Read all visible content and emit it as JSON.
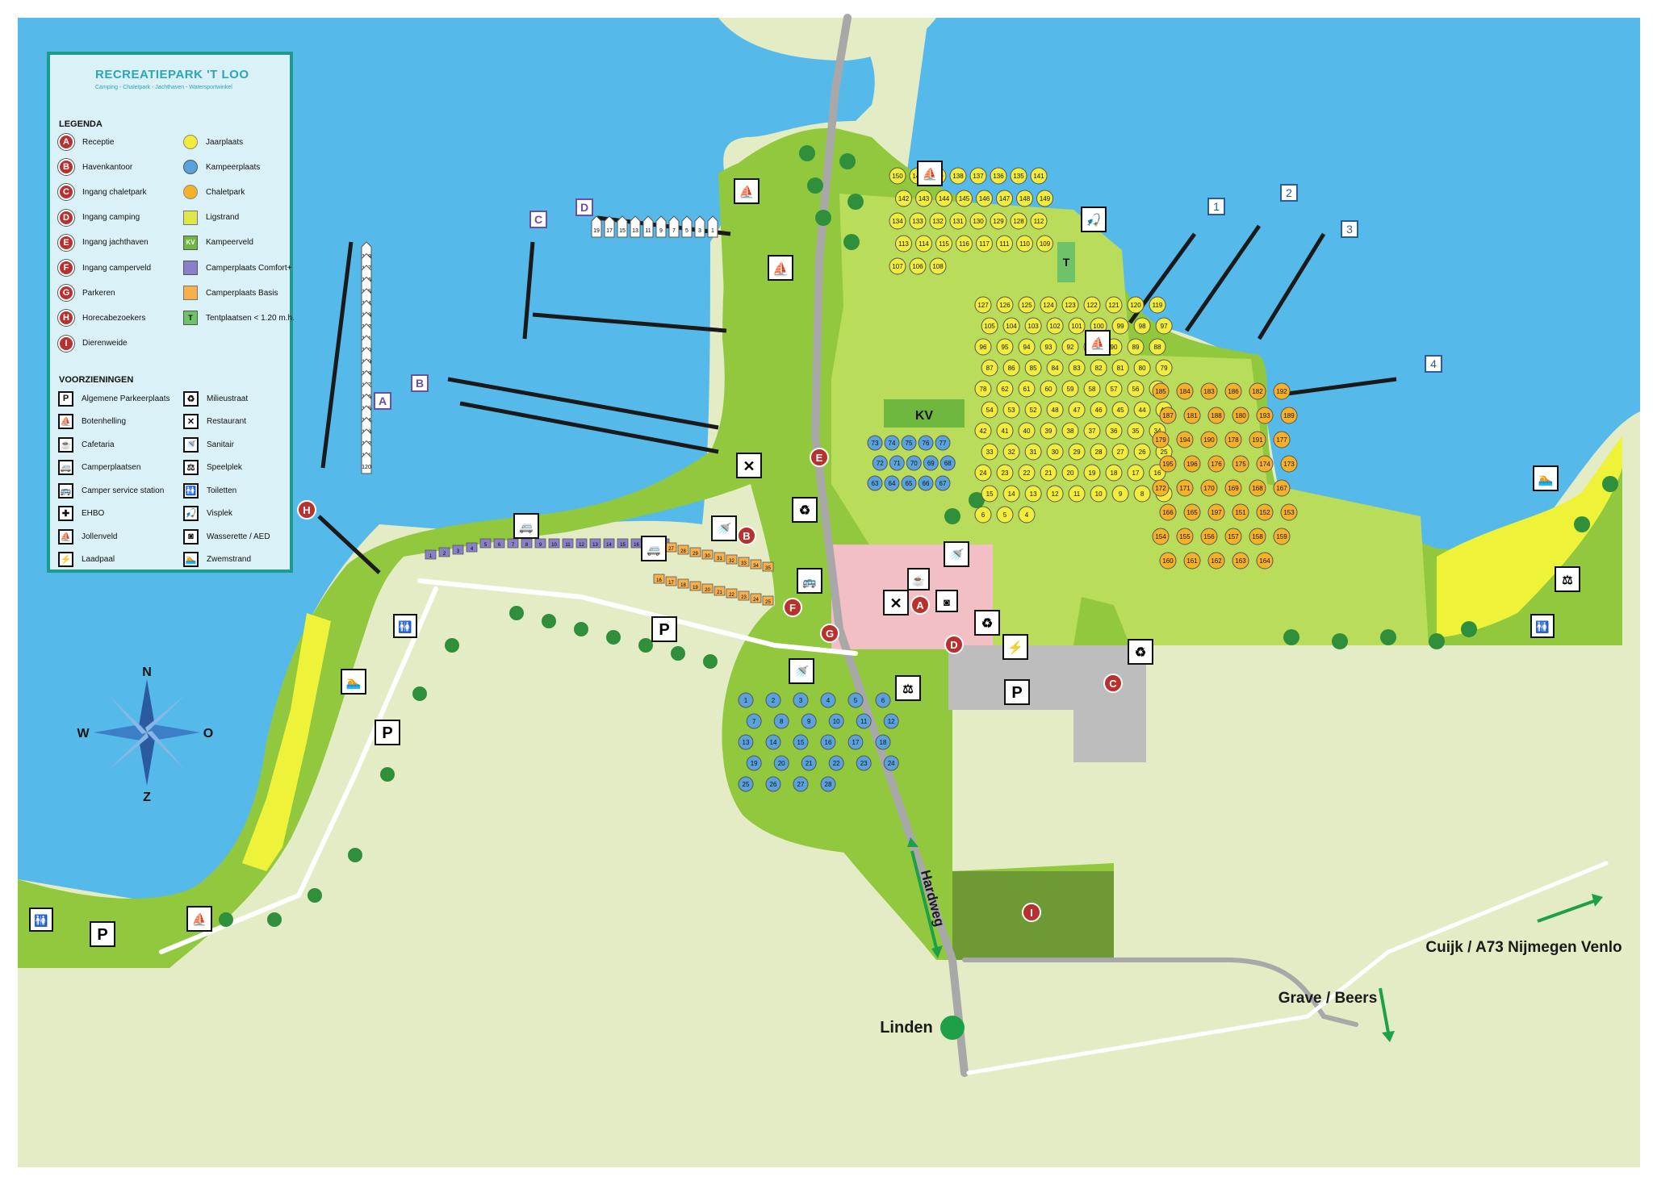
{
  "legend": {
    "brand": "RECREATIEPARK 'T LOO",
    "tagline": "Camping - Chaletpark - Jachthaven - Watersportwinkel",
    "legenda_title": "LEGENDA",
    "voorzieningen_title": "VOORZIENINGEN",
    "legenda_left": [
      {
        "sym": "A",
        "label": "Receptie"
      },
      {
        "sym": "B",
        "label": "Havenkantoor"
      },
      {
        "sym": "C",
        "label": "Ingang chaletpark"
      },
      {
        "sym": "D",
        "label": "Ingang camping"
      },
      {
        "sym": "E",
        "label": "Ingang jachthaven"
      },
      {
        "sym": "F",
        "label": "Ingang camperveld"
      },
      {
        "sym": "G",
        "label": "Parkeren"
      },
      {
        "sym": "H",
        "label": "Horecabezoekers"
      },
      {
        "sym": "I",
        "label": "Dierenweide"
      }
    ],
    "legenda_right": [
      {
        "label": "Jaarplaats",
        "color": "#f2ec3a"
      },
      {
        "label": "Kampeerplaats",
        "color": "#5aa2dc"
      },
      {
        "label": "Chaletpark",
        "color": "#f5b127"
      },
      {
        "label": "Ligstrand",
        "color": "#dfe84a"
      },
      {
        "label": "Kampeerveld",
        "sym": "KV"
      },
      {
        "label": "Camperplaats Comfort+",
        "color": "#8a80c8"
      },
      {
        "label": "Camperplaats Basis",
        "color": "#f7b04b"
      },
      {
        "label": "Tentplaatsen < 1.20 m.h.",
        "sym": "T"
      }
    ],
    "voorz_left": [
      {
        "label": "Algemene Parkeerplaats",
        "icon": "parking-icon",
        "glyph": "P"
      },
      {
        "label": "Botenhelling",
        "icon": "boat-ramp-icon",
        "glyph": "⛵"
      },
      {
        "label": "Cafetaria",
        "icon": "cafetaria-icon",
        "glyph": "☕"
      },
      {
        "label": "Camperplaatsen",
        "icon": "camper-icon",
        "glyph": "🚐"
      },
      {
        "label": "Camper service station",
        "icon": "camper-service-icon",
        "glyph": "🚌"
      },
      {
        "label": "EHBO",
        "icon": "first-aid-icon",
        "glyph": "✚"
      },
      {
        "label": "Jollenveld",
        "icon": "sailboat-icon",
        "glyph": "⛵"
      },
      {
        "label": "Laadpaal",
        "icon": "charging-station-icon",
        "glyph": "⚡"
      }
    ],
    "voorz_right": [
      {
        "label": "Milieustraat",
        "icon": "recycling-icon",
        "glyph": "♻"
      },
      {
        "label": "Restaurant",
        "icon": "restaurant-icon",
        "glyph": "✕"
      },
      {
        "label": "Sanitair",
        "icon": "sanitary-icon",
        "glyph": "🚿"
      },
      {
        "label": "Speelplek",
        "icon": "playground-icon",
        "glyph": "⚖"
      },
      {
        "label": "Toiletten",
        "icon": "toilet-icon",
        "glyph": "🚻"
      },
      {
        "label": "Visplek",
        "icon": "fishing-icon",
        "glyph": "🎣"
      },
      {
        "label": "Wasserette / AED",
        "icon": "laundry-icon",
        "glyph": "◙"
      },
      {
        "label": "Zwemstrand",
        "icon": "swimming-icon",
        "glyph": "🏊"
      }
    ]
  },
  "compass": {
    "n": "N",
    "o": "O",
    "z": "Z",
    "w": "W"
  },
  "labels": {
    "linden": "Linden",
    "hardweg": "Hardweg",
    "grave_beers": "Grave / Beers",
    "cuijk": "Cuijk / A73 Nijmegen Venlo",
    "kv": "KV",
    "t": "T"
  },
  "pier_numbers": [
    "1",
    "2",
    "3",
    "4"
  ],
  "harbor_letters": [
    "A",
    "B",
    "C",
    "D"
  ],
  "markers": [
    "A",
    "B",
    "C",
    "D",
    "E",
    "F",
    "G",
    "H",
    "I"
  ],
  "colors": {
    "water": "#55baea",
    "grass": "#92c83e",
    "meadow": "#e3ecc4",
    "park": "#b9dd5a",
    "reception": "#f2bfc4",
    "beach": "#eef33a",
    "road": "#a8a8a8",
    "marker": "#b8312f",
    "arrow": "#1ea049"
  },
  "pitches": {
    "jaar_a": [
      "150",
      "140",
      "139",
      "138",
      "137",
      "136",
      "135",
      "141",
      "142",
      "143",
      "144",
      "145",
      "146",
      "147",
      "148",
      "149",
      "134",
      "133",
      "132",
      "131",
      "130",
      "129",
      "128",
      "112",
      "113",
      "114",
      "115",
      "116",
      "117",
      "111",
      "110",
      "109",
      "107",
      "106",
      "108"
    ],
    "jaar_b": [
      "127",
      "126",
      "125",
      "124",
      "123",
      "122",
      "121",
      "120",
      "119",
      "105",
      "104",
      "103",
      "102",
      "101",
      "100",
      "99",
      "98",
      "97",
      "96",
      "95",
      "94",
      "93",
      "92",
      "91",
      "90",
      "89",
      "88",
      "87",
      "86",
      "85",
      "84",
      "83",
      "82",
      "81",
      "80",
      "79",
      "78",
      "62",
      "61",
      "60",
      "59",
      "58",
      "57",
      "56",
      "55",
      "54",
      "53",
      "52",
      "48",
      "47",
      "46",
      "45",
      "44",
      "43",
      "42",
      "41",
      "40",
      "39",
      "38",
      "37",
      "36",
      "35",
      "34",
      "33",
      "32",
      "31",
      "30",
      "29",
      "28",
      "27",
      "26",
      "25",
      "24",
      "23",
      "22",
      "21",
      "20",
      "19",
      "18",
      "17",
      "16",
      "15",
      "14",
      "13",
      "12",
      "11",
      "10",
      "9",
      "8",
      "7",
      "6",
      "5",
      "4"
    ],
    "kampeer_kv": [
      "73",
      "74",
      "75",
      "76",
      "77",
      "72",
      "71",
      "70",
      "69",
      "68",
      "63",
      "64",
      "65",
      "66",
      "67"
    ],
    "kampeer_s": [
      "1",
      "2",
      "3",
      "4",
      "5",
      "6",
      "7",
      "8",
      "9",
      "10",
      "11",
      "12",
      "13",
      "14",
      "15",
      "16",
      "17",
      "18",
      "19",
      "20",
      "21",
      "22",
      "23",
      "24",
      "25",
      "26",
      "27",
      "28"
    ],
    "chalet": [
      "185",
      "184",
      "183",
      "186",
      "182",
      "192",
      "187",
      "181",
      "188",
      "180",
      "193",
      "189",
      "179",
      "194",
      "190",
      "178",
      "191",
      "177",
      "195",
      "196",
      "176",
      "175",
      "174",
      "173",
      "172",
      "171",
      "170",
      "169",
      "168",
      "167",
      "166",
      "165",
      "197",
      "151",
      "152",
      "153",
      "154",
      "155",
      "156",
      "157",
      "158",
      "159",
      "160",
      "161",
      "162",
      "163",
      "164"
    ],
    "boats_d": [
      "19",
      "17",
      "15",
      "13",
      "11",
      "9",
      "7",
      "5",
      "3",
      "1"
    ],
    "boats_a": [
      "138",
      "137",
      "136",
      "135",
      "134",
      "133",
      "132",
      "131",
      "130",
      "129",
      "128",
      "127",
      "126",
      "125",
      "124",
      "123",
      "122",
      "121",
      "120"
    ],
    "comfort": [
      "1",
      "2",
      "3",
      "4",
      "5",
      "6",
      "7",
      "8",
      "9",
      "10",
      "11",
      "12",
      "13",
      "14",
      "15",
      "16",
      "17",
      "18"
    ],
    "basis": [
      "26",
      "27",
      "28",
      "29",
      "30",
      "31",
      "32",
      "33",
      "34",
      "35",
      "16",
      "17",
      "18",
      "19",
      "20",
      "21",
      "22",
      "23",
      "24",
      "25"
    ]
  }
}
